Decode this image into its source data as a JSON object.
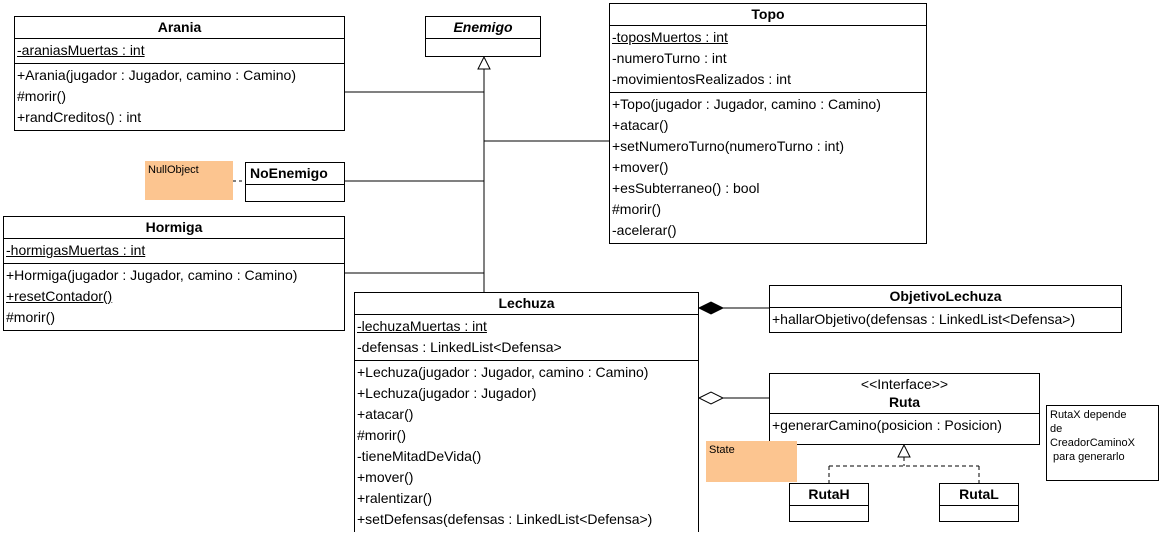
{
  "classes": {
    "arania": {
      "name": "Arania",
      "attributes": [
        {
          "text": "-araniasMuertas : int",
          "static": true
        }
      ],
      "operations": [
        {
          "text": "+Arania(jugador : Jugador, camino : Camino)",
          "static": false
        },
        {
          "text": "#morir()",
          "static": false
        },
        {
          "text": "+randCreditos() : int",
          "static": false
        }
      ]
    },
    "enemigo": {
      "name": "Enemigo"
    },
    "topo": {
      "name": "Topo",
      "attributes": [
        {
          "text": "-toposMuertos : int",
          "static": true
        },
        {
          "text": "-numeroTurno : int",
          "static": false
        },
        {
          "text": "-movimientosRealizados : int",
          "static": false
        }
      ],
      "operations": [
        {
          "text": "+Topo(jugador : Jugador, camino : Camino)",
          "static": false
        },
        {
          "text": "+atacar()",
          "static": false
        },
        {
          "text": "+setNumeroTurno(numeroTurno : int)",
          "static": false
        },
        {
          "text": "+mover()",
          "static": false
        },
        {
          "text": "+esSubterraneo() : bool",
          "static": false
        },
        {
          "text": "#morir()",
          "static": false
        },
        {
          "text": "-acelerar()",
          "static": false
        }
      ]
    },
    "noenemigo": {
      "name": "NoEnemigo"
    },
    "hormiga": {
      "name": "Hormiga",
      "attributes": [
        {
          "text": "-hormigasMuertas : int",
          "static": true
        }
      ],
      "operations": [
        {
          "text": "+Hormiga(jugador : Jugador, camino : Camino)",
          "static": false
        },
        {
          "text": "+resetContador()",
          "static": true
        },
        {
          "text": "#morir()",
          "static": false
        }
      ]
    },
    "lechuza": {
      "name": "Lechuza",
      "attributes": [
        {
          "text": "-lechuzaMuertas : int",
          "static": true
        },
        {
          "text": "-defensas : LinkedList<Defensa>",
          "static": false
        }
      ],
      "operations": [
        {
          "text": "+Lechuza(jugador : Jugador, camino : Camino)",
          "static": false
        },
        {
          "text": "+Lechuza(jugador : Jugador)",
          "static": false
        },
        {
          "text": "+atacar()",
          "static": false
        },
        {
          "text": "#morir()",
          "static": false
        },
        {
          "text": "-tieneMitadDeVida()",
          "static": false
        },
        {
          "text": "+mover()",
          "static": false
        },
        {
          "text": "+ralentizar()",
          "static": false
        },
        {
          "text": "+setDefensas(defensas : LinkedList<Defensa>)",
          "static": false
        }
      ]
    },
    "objetivolechuza": {
      "name": "ObjetivoLechuza",
      "operations": [
        {
          "text": "+hallarObjetivo(defensas : LinkedList<Defensa>)",
          "static": false
        }
      ]
    },
    "ruta": {
      "stereotype": "<<Interface>>",
      "name": "Ruta",
      "operations": [
        {
          "text": "+generarCamino(posicion : Posicion)",
          "static": false
        }
      ]
    },
    "rutah": {
      "name": "RutaH"
    },
    "rutal": {
      "name": "RutaL"
    }
  },
  "notes": {
    "nullobject": "NullObject",
    "state": "State",
    "rutax": [
      "RutaX depende",
      "de",
      "CreadorCaminoX",
      " para generarlo"
    ]
  },
  "colors": {
    "note_fill": "#fcc590",
    "line": "#000000"
  }
}
